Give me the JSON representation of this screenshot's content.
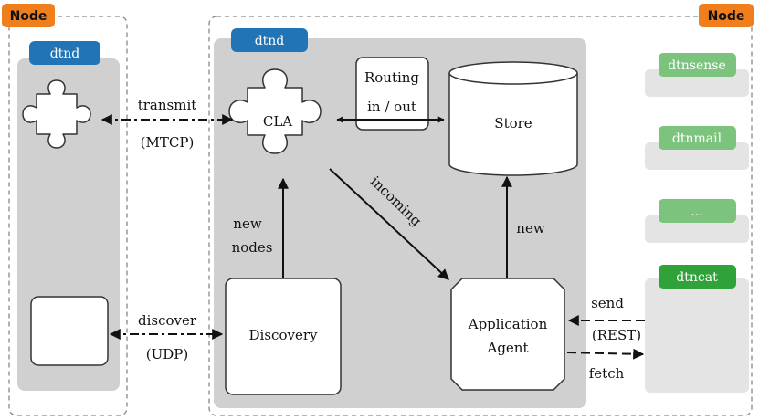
{
  "node_tags": {
    "left": "Node",
    "right": "Node"
  },
  "dtnd_tags": {
    "left": "dtnd",
    "main": "dtnd"
  },
  "components": {
    "cla": "CLA",
    "routing_line1": "Routing",
    "routing_line2": "in / out",
    "store": "Store",
    "discovery": "Discovery",
    "agent_line1": "Application",
    "agent_line2": "Agent"
  },
  "edges": {
    "transmit": "transmit",
    "mtcp": "(MTCP)",
    "discover": "discover",
    "udp": "(UDP)",
    "new_nodes_1": "new",
    "new_nodes_2": "nodes",
    "incoming": "incoming",
    "new_store": "new",
    "send": "send",
    "rest": "(REST)",
    "fetch": "fetch"
  },
  "apps": [
    "dtnsense",
    "dtnmail",
    "...",
    "dtncat"
  ],
  "colors": {
    "node_tag": "#f07e1c",
    "dtnd_tag": "#2174b5",
    "app_light": "#7cc47d",
    "app_dark": "#2fa23a",
    "panel": "#d0d0d0",
    "app_panel": "#e4e4e4"
  }
}
